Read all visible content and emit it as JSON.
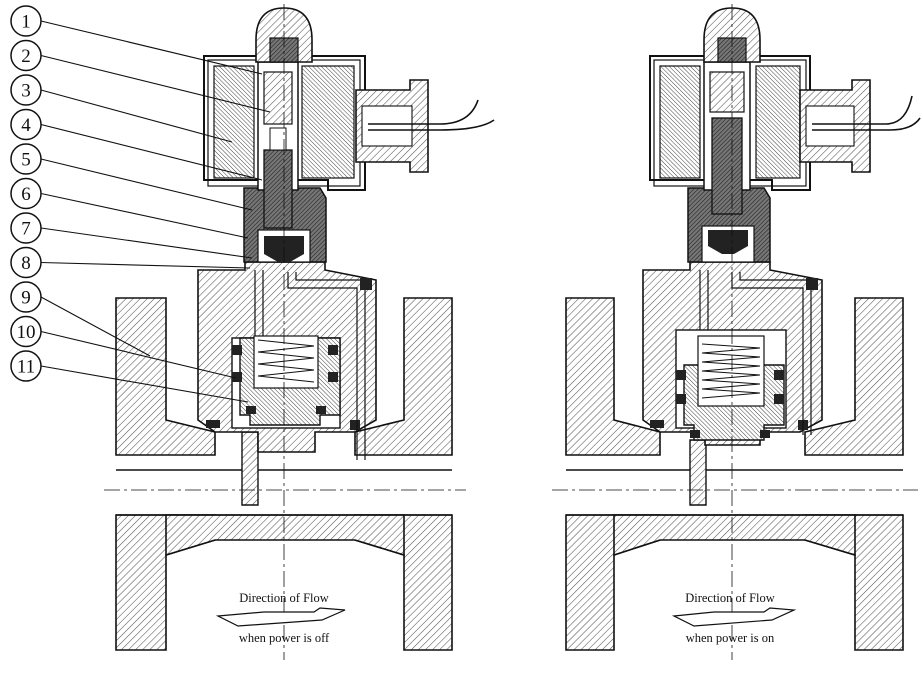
{
  "callouts": [
    "1",
    "2",
    "3",
    "4",
    "5",
    "6",
    "7",
    "8",
    "9",
    "10",
    "11"
  ],
  "left_valve": {
    "flow_title": "Direction of Flow",
    "flow_state": "when power is off"
  },
  "right_valve": {
    "flow_title": "Direction of Flow",
    "flow_state": "when power is on"
  },
  "colors": {
    "line": "#111111",
    "hatch_body": "#b9b9b9",
    "coil": "#8a8a8a",
    "dark_part": "#3a3a3a",
    "paper": "#ffffff"
  }
}
